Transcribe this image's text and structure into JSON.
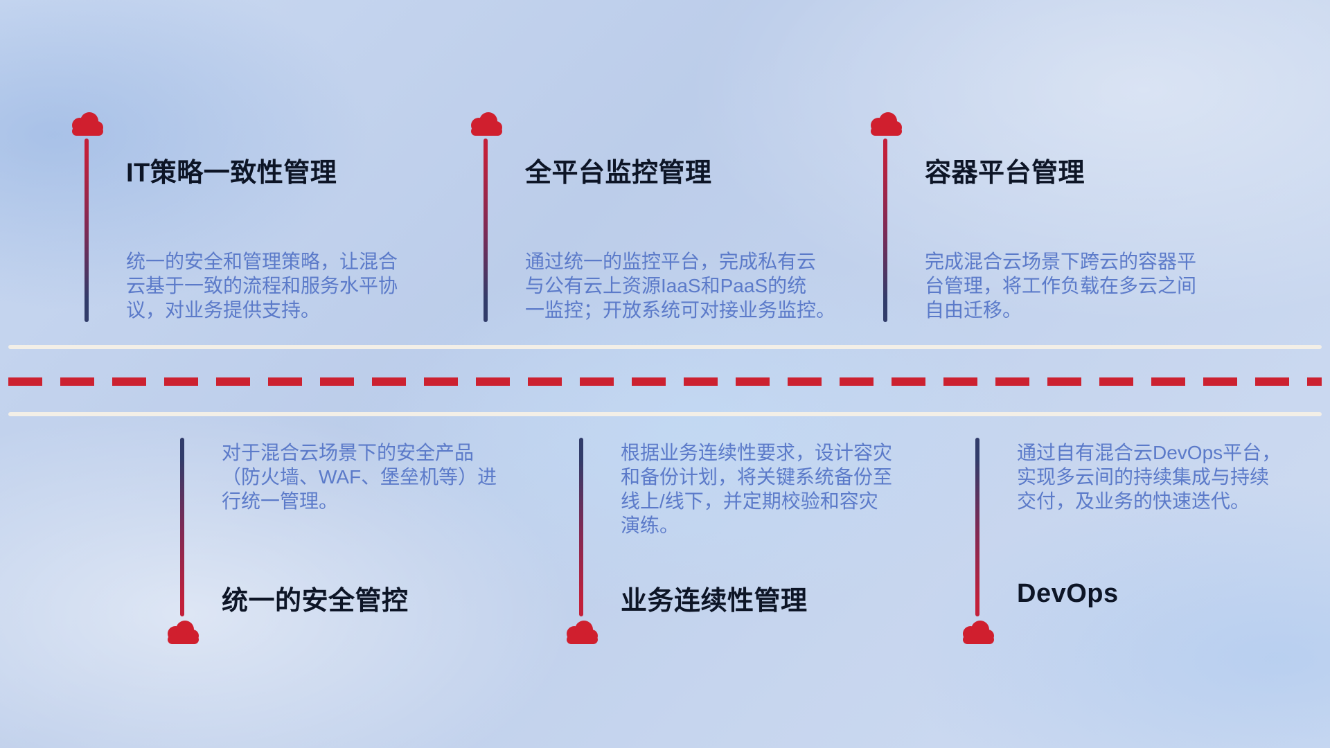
{
  "diagram": {
    "top_items": [
      {
        "title": "IT策略一致性管理",
        "description": "统一的安全和管理策略，让混合\n云基于一致的流程和服务水平协\n议，对业务提供支持。"
      },
      {
        "title": "全平台监控管理",
        "description": "通过统一的监控平台，完成私有云\n与公有云上资源IaaS和PaaS的统\n一监控；开放系统可对接业务监控。"
      },
      {
        "title": "容器平台管理",
        "description": "完成混合云场景下跨云的容器平\n台管理，将工作负载在多云之间\n自由迁移。"
      }
    ],
    "bottom_items": [
      {
        "title": "统一的安全管控",
        "description": "对于混合云场景下的安全产品\n（防火墙、WAF、堡垒机等）进\n行统一管理。"
      },
      {
        "title": "业务连续性管理",
        "description": "根据业务连续性要求，设计容灾\n和备份计划，将关键系统备份至\n线上/线下，并定期校验和容灾\n演练。"
      },
      {
        "title": "DevOps",
        "description": "通过自有混合云DevOps平台，\n实现多云间的持续集成与持续\n交付，及业务的快速迭代。"
      }
    ],
    "colors": {
      "cloud_red": "#d01f2e",
      "line_red": "#c2203a",
      "line_navy": "#313c6a",
      "title_color": "#0d1526",
      "description_color": "#5b7ac9",
      "road_line": "#f3efe7",
      "dash_red": "#cc2130"
    }
  }
}
